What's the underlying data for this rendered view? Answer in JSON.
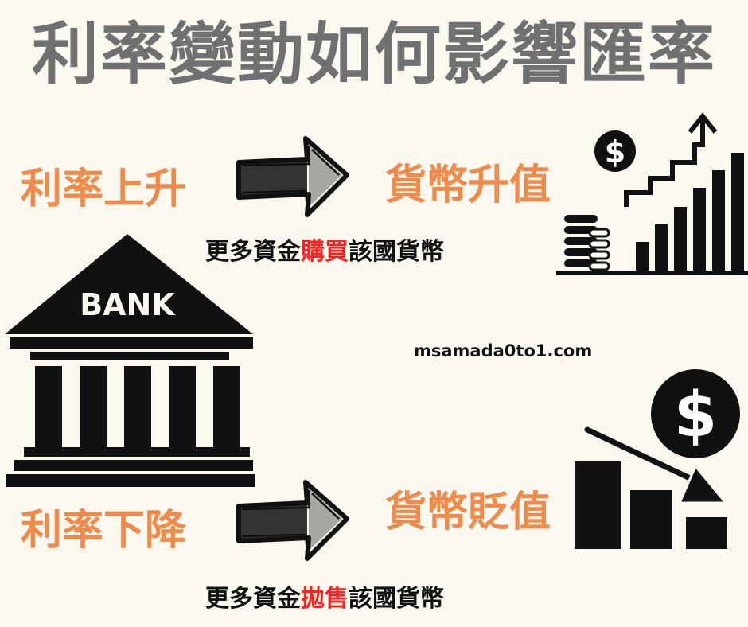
{
  "title": "利率變動如何影響匯率",
  "rate_up": "利率上升",
  "currency_appreciate": "貨幣升值",
  "caption_up": {
    "prefix": "更多資金",
    "highlight": "購買",
    "suffix": "該國貨幣"
  },
  "bank_label": "BANK",
  "website": "msamada0to1.com",
  "rate_down": "利率下降",
  "currency_depreciate": "貨幣貶值",
  "caption_down": {
    "prefix": "更多資金",
    "highlight": "拋售",
    "suffix": "該國貨幣"
  },
  "icon_dollar": "$",
  "colors": {
    "background": "#fbf8ef",
    "title": "#707070",
    "accent_orange": "#f08a4b",
    "highlight_red": "#ff1f1f",
    "ink": "#111111"
  },
  "icons": [
    "bank-icon",
    "arrow-right-icon",
    "rising-bar-chart-icon",
    "coin-stack-icon",
    "falling-bar-chart-icon",
    "dollar-coin-icon"
  ]
}
